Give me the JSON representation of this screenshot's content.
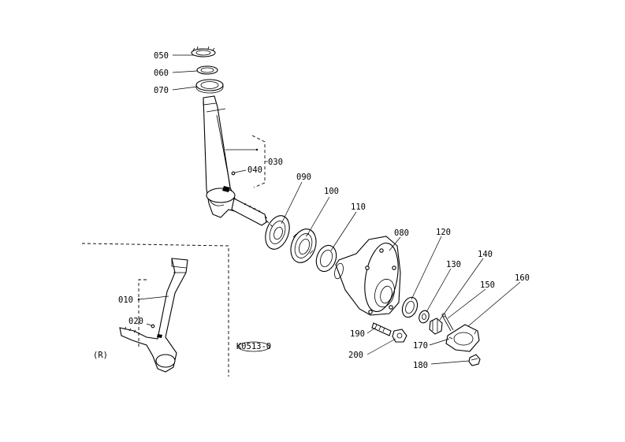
{
  "diagram": {
    "stamp_code": "K0513-0",
    "side_label": "(R)",
    "callouts": [
      {
        "id": "c050",
        "text": "050"
      },
      {
        "id": "c060a",
        "text": "060"
      },
      {
        "id": "c070",
        "text": "070"
      },
      {
        "id": "c030",
        "text": "030"
      },
      {
        "id": "c040",
        "text": "040"
      },
      {
        "id": "c090",
        "text": "090"
      },
      {
        "id": "c100",
        "text": "100"
      },
      {
        "id": "c110",
        "text": "110"
      },
      {
        "id": "c080",
        "text": "080"
      },
      {
        "id": "c120",
        "text": "120"
      },
      {
        "id": "c130",
        "text": "130"
      },
      {
        "id": "c140",
        "text": "140"
      },
      {
        "id": "c150",
        "text": "150"
      },
      {
        "id": "c160",
        "text": "160"
      },
      {
        "id": "c170",
        "text": "170"
      },
      {
        "id": "c180",
        "text": "180"
      },
      {
        "id": "c190",
        "text": "190"
      },
      {
        "id": "c200",
        "text": "200"
      },
      {
        "id": "c010",
        "text": "010"
      },
      {
        "id": "c020",
        "text": "020"
      }
    ]
  }
}
